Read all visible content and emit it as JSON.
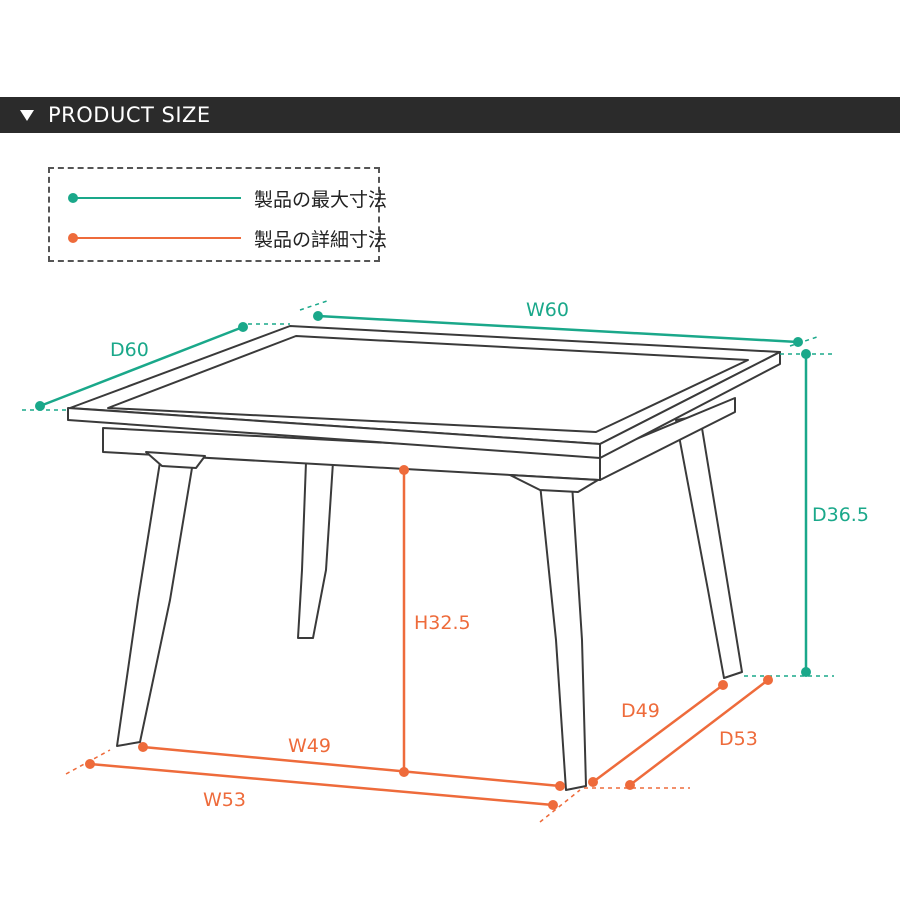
{
  "header": {
    "title": "PRODUCT SIZE"
  },
  "legend": {
    "items": [
      {
        "label": "製品の最大寸法",
        "color": "#1aa88a"
      },
      {
        "label": "製品の詳細寸法",
        "color": "#ee6b3b"
      }
    ]
  },
  "dimensions": {
    "max_width": "W60",
    "max_depth": "D60",
    "max_height": "D36.5",
    "inner_height": "H32.5",
    "inner_width": "W49",
    "outer_width": "W53",
    "inner_depth": "D49",
    "outer_depth": "D53"
  },
  "colors": {
    "max": "#1aa88a",
    "detail": "#ee6b3b",
    "header_bg": "#2b2b2b",
    "line": "#3a3a3a"
  }
}
